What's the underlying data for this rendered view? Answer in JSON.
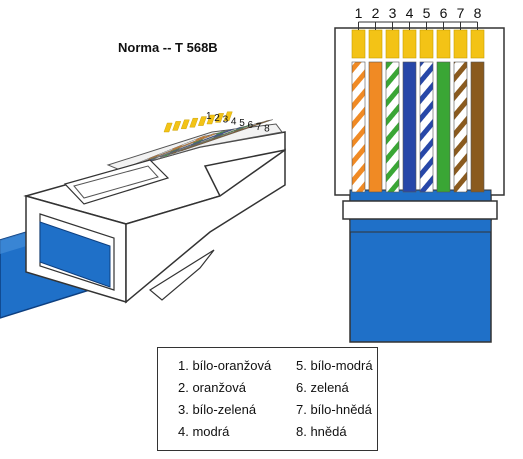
{
  "title": "Norma -- T 568B",
  "pin_numbers": [
    "1",
    "2",
    "3",
    "4",
    "5",
    "6",
    "7",
    "8"
  ],
  "wire_colors": {
    "orange": "#f08a24",
    "green": "#3aa635",
    "blue": "#2747a8",
    "brown": "#8a5a1e",
    "white": "#ffffff",
    "gold": "#f3c316",
    "cable_blue": "#1f70c8",
    "cable_blue_dark": "#0f58b0",
    "outline": "#444444"
  },
  "wires": [
    {
      "pin": 1,
      "color": "orange",
      "striped": true
    },
    {
      "pin": 2,
      "color": "orange",
      "striped": false
    },
    {
      "pin": 3,
      "color": "green",
      "striped": true
    },
    {
      "pin": 4,
      "color": "blue",
      "striped": false
    },
    {
      "pin": 5,
      "color": "blue",
      "striped": true
    },
    {
      "pin": 6,
      "color": "green",
      "striped": false
    },
    {
      "pin": 7,
      "color": "brown",
      "striped": true
    },
    {
      "pin": 8,
      "color": "brown",
      "striped": false
    }
  ],
  "legend": {
    "left": [
      "1. bílo-oranžová",
      "2. oranžová",
      "3. bílo-zelená",
      "4. modrá"
    ],
    "right": [
      "5. bílo-modrá",
      "6. zelená",
      "7. bílo-hnědá",
      "8. hnědá"
    ]
  }
}
